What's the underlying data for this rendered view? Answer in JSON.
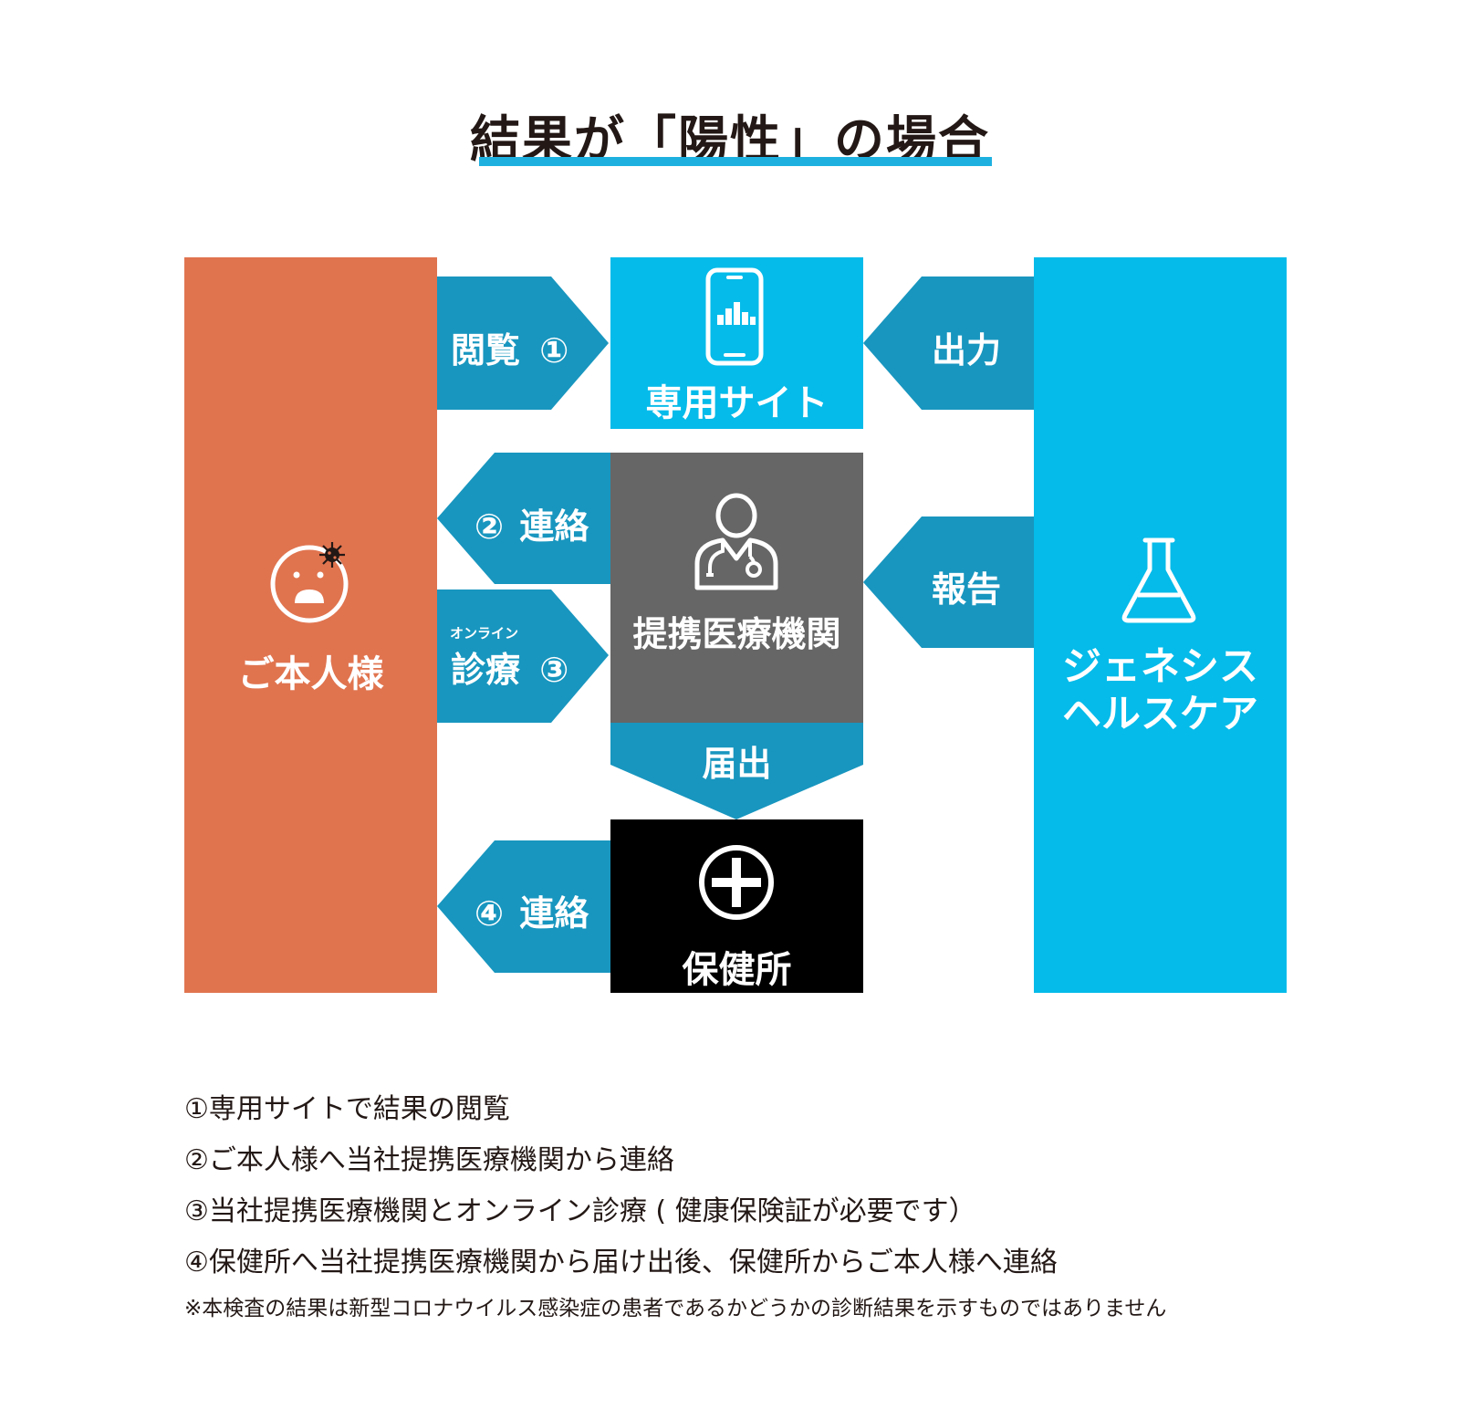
{
  "title": "結果が「陽性」の場合",
  "nodes": {
    "person": "ご本人様",
    "site": "専用サイト",
    "clinic": "提携医療機関",
    "health_center": "保健所",
    "lab_line1": "ジェネシス",
    "lab_line2": "ヘルスケア"
  },
  "arrows": {
    "view": "閲覧",
    "view_num": "①",
    "output": "出力",
    "contact2_num": "②",
    "contact2": "連絡",
    "report": "報告",
    "online_ruby": "オンライン",
    "consult": "診療",
    "consult_num": "③",
    "notify": "届出",
    "contact4_num": "④",
    "contact4": "連絡"
  },
  "notes": [
    "①専用サイトで結果の閲覧",
    "②ご本人様へ当社提携医療機関から連絡",
    "③当社提携医療機関とオンライン診療 ( 健康保険証が必要です）",
    "④保健所へ当社提携医療機関から届け出後、保健所からご本人様へ連絡"
  ],
  "disclaimer": "※本検査の結果は新型コロナウイルス感染症の患者であるかどうかの診断結果を示すものではありません",
  "colors": {
    "person": "#e0744f",
    "lab": "#05bbea",
    "arrow": "#1896bf",
    "clinic": "#666666",
    "health_center": "#000000",
    "title_underline": "#1eb1e0"
  },
  "icons": [
    "smartphone-chart-icon",
    "sick-face-icon",
    "virus-icon",
    "doctor-icon",
    "flask-icon",
    "medical-cross-icon"
  ]
}
